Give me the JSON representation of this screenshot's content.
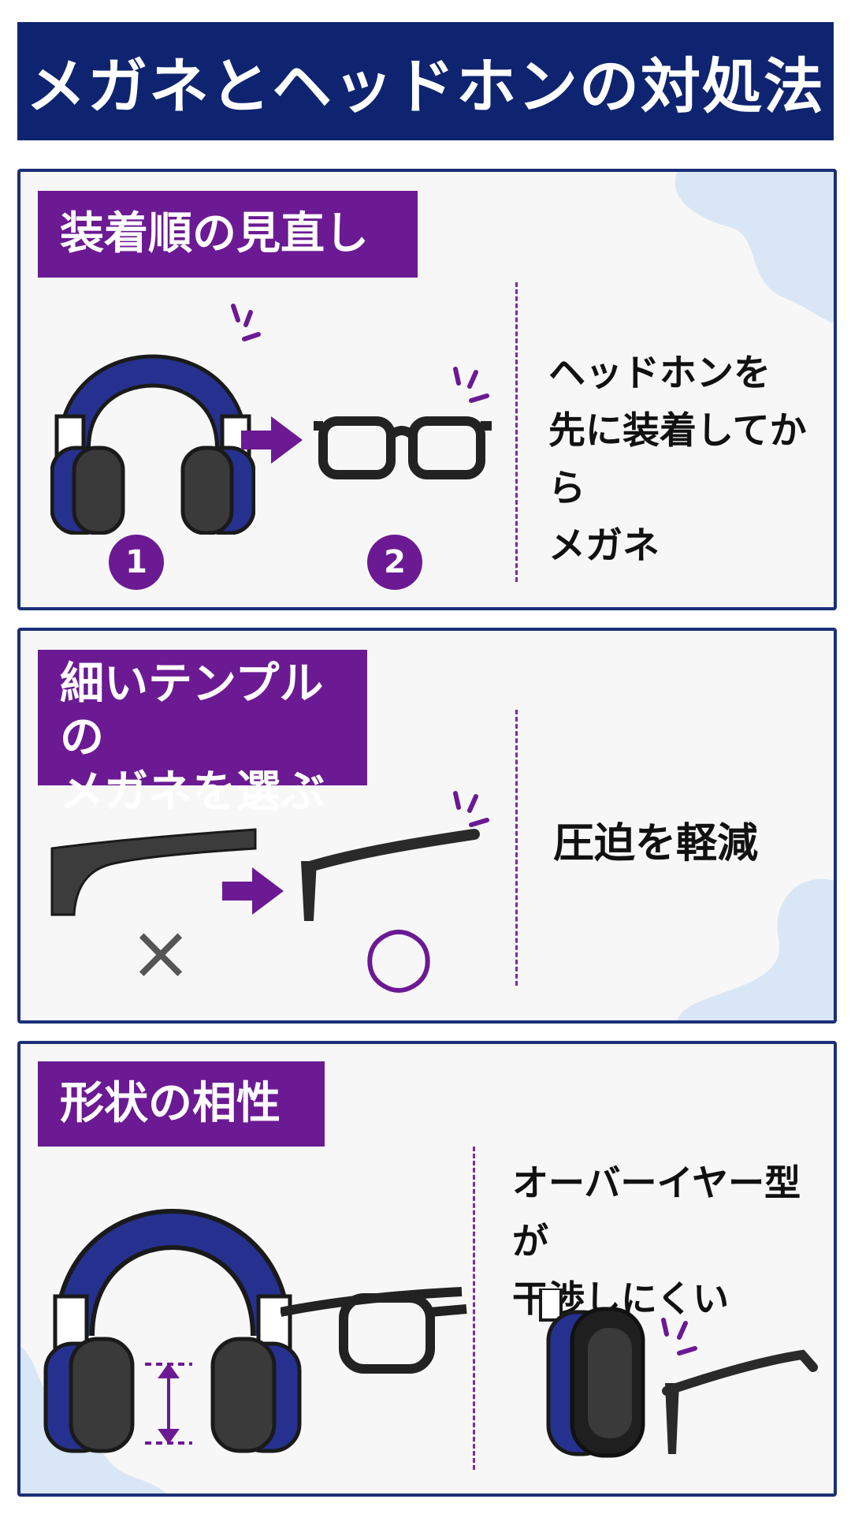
{
  "title": "メガネとヘッドホンの対処法",
  "colors": {
    "title_bg": "#0f2470",
    "heading_bg": "#6b1a93",
    "accent_purple": "#6b1a93",
    "headphone_blue": "#26318f",
    "panel_border": "#1b2f78",
    "blob": "#d9e6f5"
  },
  "sections": [
    {
      "heading": "装着順の見直し",
      "steps": [
        "1",
        "2"
      ],
      "description": [
        "ヘッドホンを",
        "先に装着してから",
        "メガネ"
      ]
    },
    {
      "heading": [
        "細いテンプルの",
        "メガネを選ぶ"
      ],
      "marks": {
        "bad": "×",
        "good": "○"
      },
      "description": "圧迫を軽減"
    },
    {
      "heading": "形状の相性",
      "description": [
        "オーバーイヤー型が",
        "干渉しにくい"
      ]
    }
  ]
}
